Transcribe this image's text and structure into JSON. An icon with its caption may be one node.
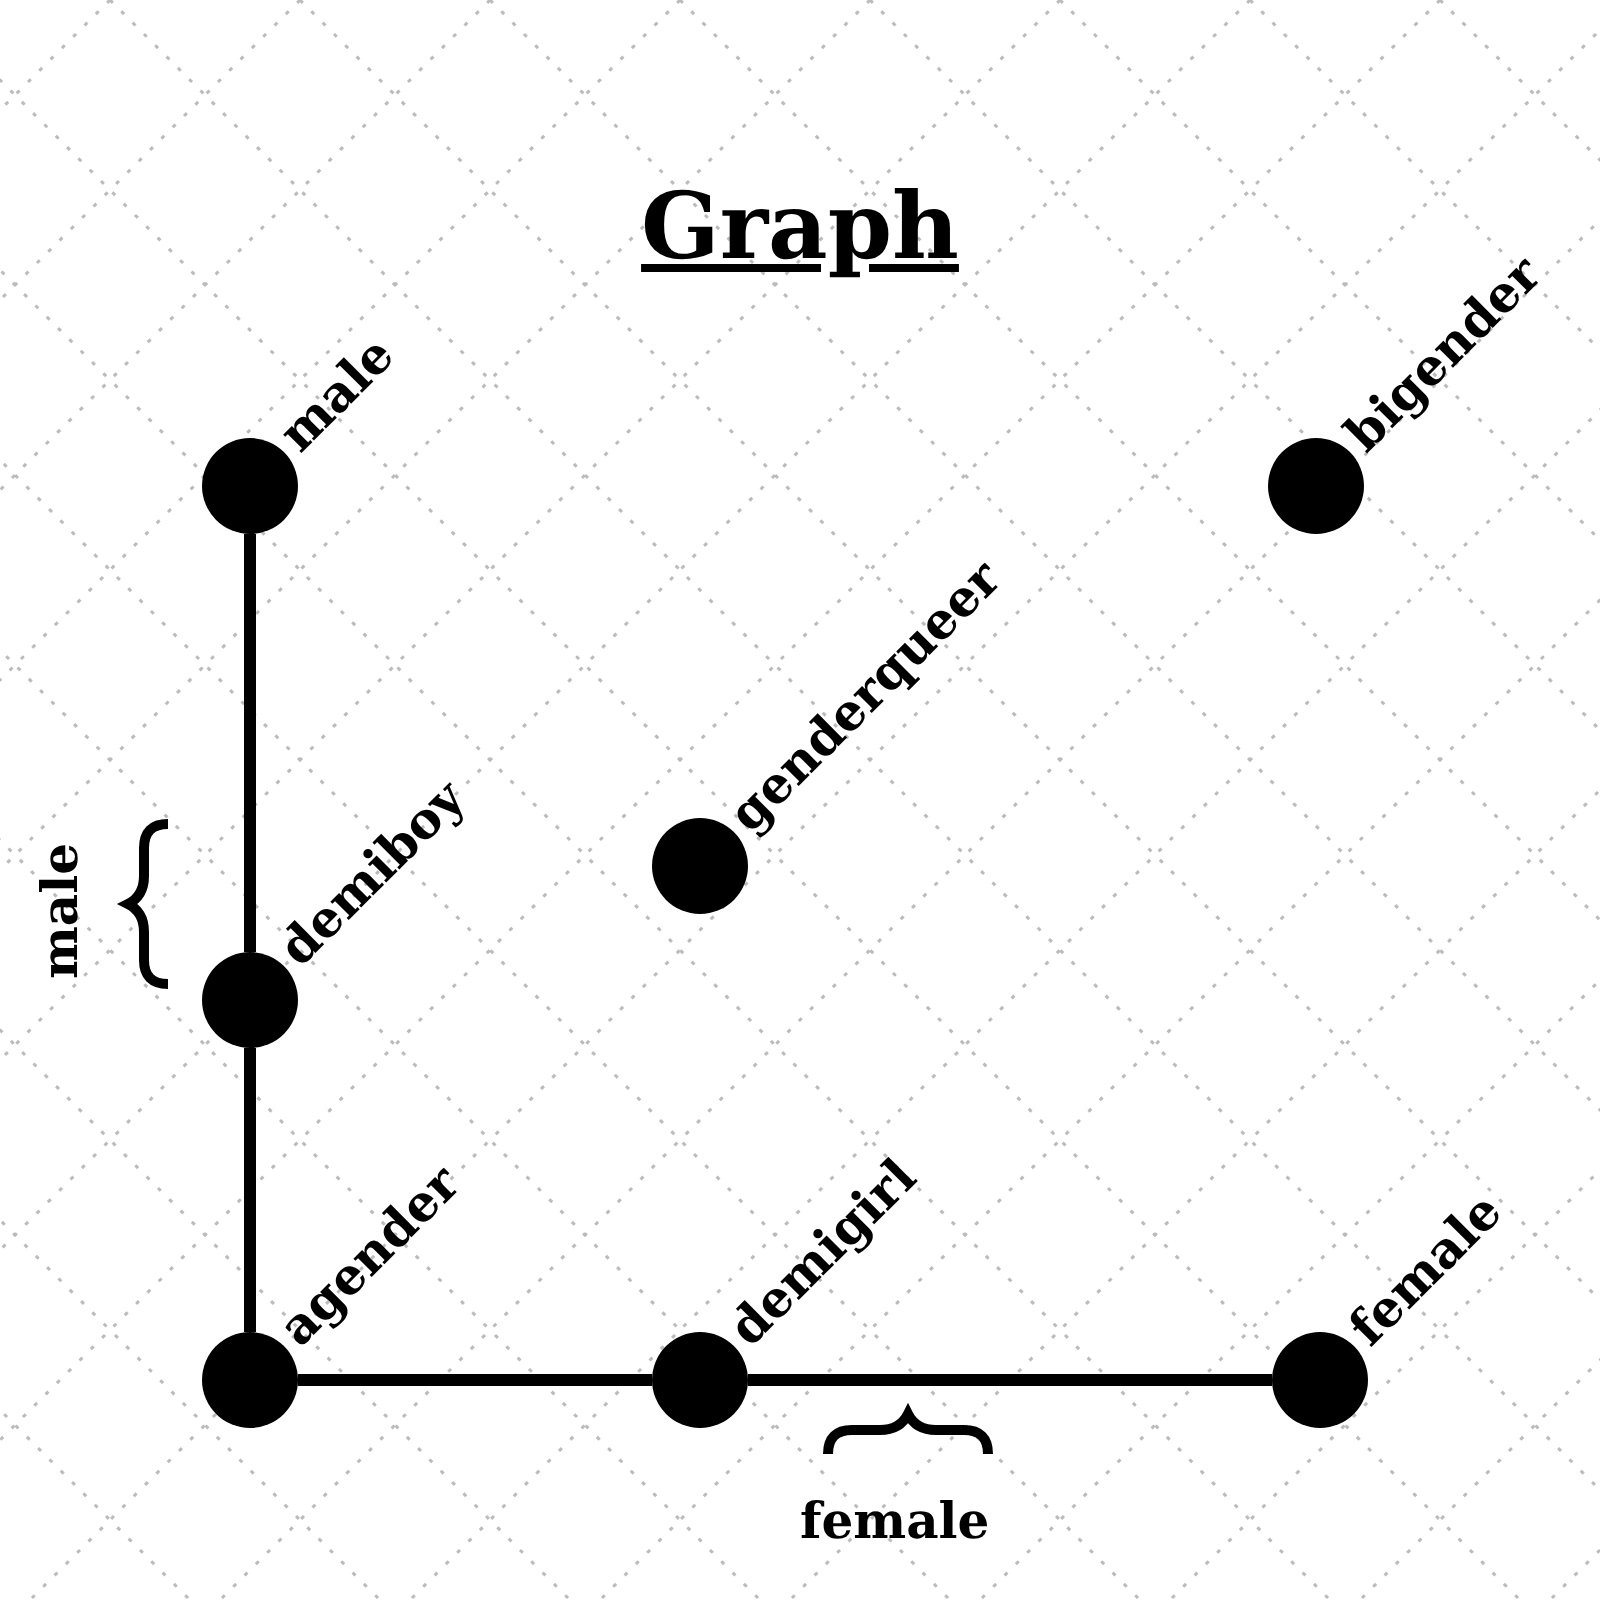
{
  "diagram": {
    "title": "Graph",
    "nodes": [
      {
        "text": [
          "male"
        ]
      },
      {
        "text": [
          "bigender"
        ]
      },
      {
        "text": [
          "genderqueer"
        ]
      },
      {
        "text": [
          "demiboy"
        ]
      },
      {
        "text": [
          "agender"
        ]
      },
      {
        "text": [
          "demigirl"
        ]
      },
      {
        "text": [
          "female"
        ]
      }
    ],
    "edges": [
      {
        "from": 0,
        "to": 3,
        "arrow": "none"
      },
      {
        "from": 3,
        "to": 4,
        "arrow": "none"
      },
      {
        "from": 4,
        "to": 5,
        "arrow": "none"
      },
      {
        "from": 5,
        "to": 6,
        "arrow": "none"
      }
    ],
    "labels": [
      "male",
      "female"
    ]
  }
}
